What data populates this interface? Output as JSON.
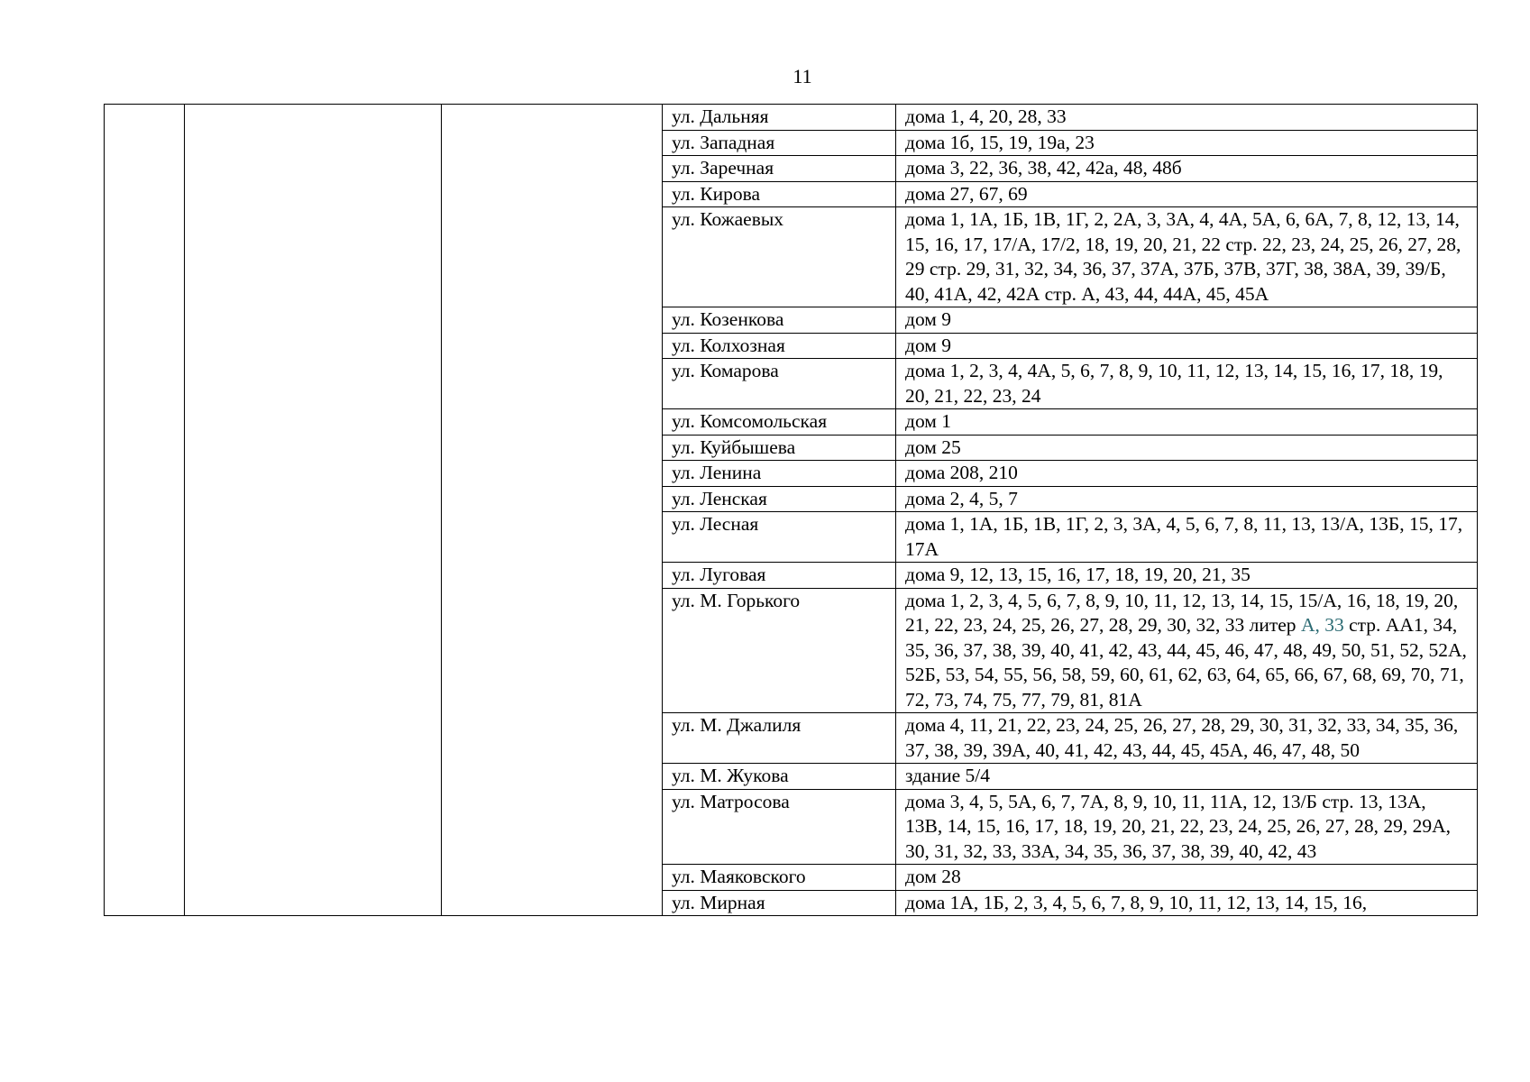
{
  "page_number": "11",
  "rows": [
    {
      "street": "ул. Дальняя",
      "houses": "дома 1, 4, 20, 28, 33"
    },
    {
      "street": "ул. Западная",
      "houses": "дома 1б, 15, 19, 19а, 23"
    },
    {
      "street": "ул. Заречная",
      "houses": "дома 3, 22, 36, 38, 42, 42а, 48, 48б"
    },
    {
      "street": "ул. Кирова",
      "houses": "дома 27, 67, 69"
    },
    {
      "street": "ул. Кожаевых",
      "houses": "дома 1, 1А, 1Б, 1В, 1Г, 2, 2А, 3, 3А, 4, 4А, 5А, 6, 6А, 7, 8, 12, 13, 14, 15, 16, 17, 17/А, 17/2, 18, 19, 20, 21, 22 стр. 22, 23, 24, 25, 26, 27, 28, 29 стр. 29, 31, 32, 34, 36, 37, 37А, 37Б, 37В, 37Г, 38, 38А, 39, 39/Б, 40, 41А, 42, 42А стр. А, 43, 44, 44А, 45, 45А"
    },
    {
      "street": "ул. Козенкова",
      "houses": "дом 9"
    },
    {
      "street": "ул. Колхозная",
      "houses": "дом 9"
    },
    {
      "street": "ул. Комарова",
      "houses": "дома 1, 2, 3, 4, 4А, 5, 6, 7, 8, 9, 10, 11, 12, 13, 14, 15, 16, 17, 18, 19, 20, 21, 22, 23, 24"
    },
    {
      "street": "ул. Комсомольская",
      "houses": "дом 1"
    },
    {
      "street": "ул. Куйбышева",
      "houses": "дом 25"
    },
    {
      "street": "ул. Ленина",
      "houses": "дома 208, 210"
    },
    {
      "street": "ул. Ленская",
      "houses": "дома 2, 4, 5, 7"
    },
    {
      "street": "ул. Лесная",
      "houses": "дома 1, 1А, 1Б, 1В, 1Г, 2, 3, 3А, 4, 5, 6, 7, 8, 11, 13, 13/А, 13Б, 15, 17, 17А"
    },
    {
      "street": "ул. Луговая",
      "houses": "дома 9, 12, 13, 15, 16, 17, 18, 19, 20, 21, 35"
    },
    {
      "street": "ул. М. Горького",
      "houses_parts": [
        "дома 1, 2, 3, 4, 5, 6, 7, 8, 9, 10, 11, 12, 13, 14, 15, 15/А, 16, 18, 19, 20, 21, 22, 23, 24, 25, 26, 27, 28, 29, 30, 32, 33 литер ",
        "А, 33",
        " стр. АА1, 34, 35, 36, 37, 38, 39, 40, 41, 42, 43, 44, 45, 46, 47, 48, 49, 50, 51, 52, 52А, 52Б, 53, 54, 55, 56, 58, 59, 60, 61, 62, 63, 64, 65, 66, 67, 68, 69, 70, 71, 72, 73, 74, 75, 77, 79, 81, 81А"
      ]
    },
    {
      "street": "ул. М. Джалиля",
      "houses": "дома 4, 11, 21, 22, 23, 24, 25, 26, 27, 28, 29, 30, 31, 32, 33, 34, 35, 36, 37, 38, 39, 39А, 40, 41, 42, 43, 44, 45, 45А, 46, 47, 48, 50"
    },
    {
      "street": "ул. М. Жукова",
      "houses": "здание 5/4"
    },
    {
      "street": "ул. Матросова",
      "houses": "дома 3, 4, 5, 5А, 6, 7, 7А, 8, 9, 10, 11, 11А, 12, 13/Б стр. 13, 13А, 13В, 14, 15, 16, 17, 18, 19, 20, 21, 22, 23, 24, 25, 26, 27, 28, 29, 29А, 30, 31, 32, 33, 33А, 34, 35, 36, 37, 38, 39, 40, 42, 43"
    },
    {
      "street": "ул. Маяковского",
      "houses": "дом 28"
    },
    {
      "street": "ул. Мирная",
      "houses": "дома 1А, 1Б, 2, 3, 4, 5, 6, 7, 8, 9, 10, 11, 12, 13, 14, 15, 16,"
    }
  ],
  "colors": {
    "text": "#000000",
    "accent_text": "#2c6b73",
    "border": "#000000"
  }
}
